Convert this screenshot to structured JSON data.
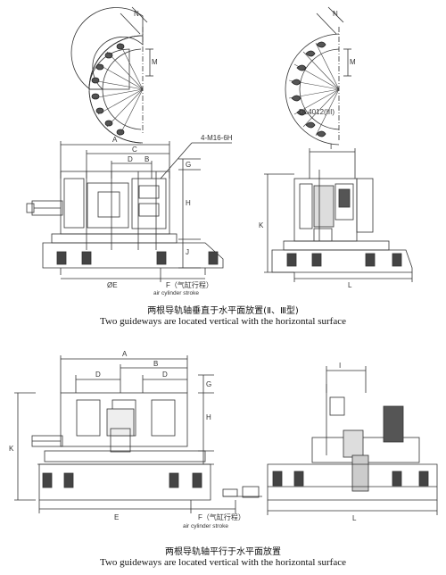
{
  "fan_views": {
    "left": {
      "dim_n": "N",
      "dim_m": "M"
    },
    "right": {
      "dim_n": "N",
      "dim_m": "M",
      "model_label": "DL4012(III)"
    }
  },
  "top_front_view": {
    "dim_a": "A",
    "dim_b": "B",
    "dim_c": "C",
    "dim_d": "D",
    "dim_g": "G",
    "dim_h": "H",
    "dim_j": "J",
    "dim_phi_e": "ØE",
    "dim_f": "F（气缸行程）",
    "dim_f_sub": "air cylinder stroke",
    "bolt_note": "4-M16-6H"
  },
  "top_side_view": {
    "dim_i": "I",
    "dim_k": "K",
    "dim_l": "L"
  },
  "caption_top": {
    "cn": "两根导轨轴垂直于水平面放置(Ⅱ、Ⅲ型)",
    "en": "Two guideways are located vertical with the horizontal surface"
  },
  "bottom_front_view": {
    "dim_a": "A",
    "dim_b": "B",
    "dim_d1": "D",
    "dim_d2": "D",
    "dim_g": "G",
    "dim_h": "H",
    "dim_k": "K",
    "dim_e": "E",
    "dim_f": "F（气缸行程）",
    "dim_f_sub": "air cylinder stroke"
  },
  "bottom_side_view": {
    "dim_i": "I",
    "dim_l": "L"
  },
  "caption_bottom": {
    "cn": "两根导轨轴平行于水平面放置",
    "en": "Two guideways are located vertical with the horizontal surface"
  }
}
